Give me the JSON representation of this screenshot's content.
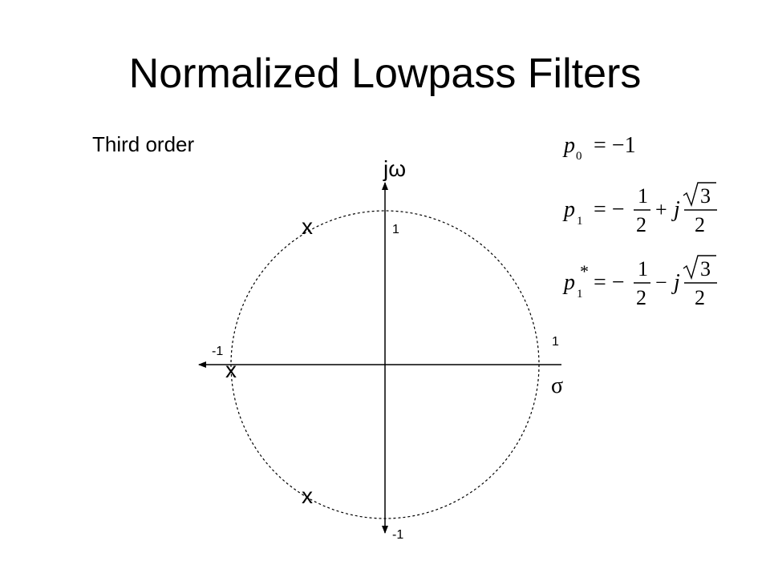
{
  "title": "Normalized Lowpass Filters",
  "subtitle": "Third order",
  "diagram": {
    "imag_axis_label": "jω",
    "real_axis_label": "σ",
    "tick_labels": {
      "imag_pos": "1",
      "imag_neg": "-1",
      "real_pos": "1",
      "real_neg": "-1"
    },
    "pole_marker": "x",
    "poles": [
      {
        "name": "p0",
        "re": -1,
        "im": 0
      },
      {
        "name": "p1",
        "re": -0.5,
        "im": 0.866
      },
      {
        "name": "p1*",
        "re": -0.5,
        "im": -0.866
      }
    ]
  },
  "equations": {
    "p0": {
      "var": "p",
      "sub": "0",
      "rhs": "= −1"
    },
    "p1": {
      "var": "p",
      "sub": "1",
      "eq": "= −",
      "frac1_num": "1",
      "frac1_den": "2",
      "op": "+",
      "j": "j",
      "sqrt_arg": "3",
      "frac2_den": "2"
    },
    "p1conj": {
      "var": "p",
      "sub": "1",
      "sup": "*",
      "eq": "= −",
      "frac1_num": "1",
      "frac1_den": "2",
      "op": "−",
      "j": "j",
      "sqrt_arg": "3",
      "frac2_den": "2"
    }
  }
}
